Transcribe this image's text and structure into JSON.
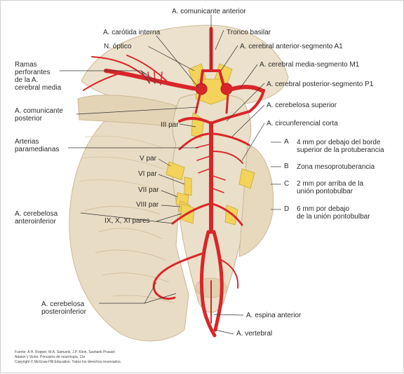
{
  "labels": {
    "comunicante_anterior": "A. comunicante anterior",
    "carotida_interna": "A. carótida interna",
    "tronco_basilar": "Tronco basilar",
    "n_optico": "N. óptico",
    "cerebral_anterior_a1": "A. cerebral anterior-segmento A1",
    "ramas_perforantes": "Ramas\nperforantes\nde la A.\ncerebral media",
    "cerebral_media_m1": "A. cerebral media-segmento M1",
    "cerebral_posterior_p1": "A. cerebral posterior-segmento P1",
    "comunicante_posterior": "A. comunicante\nposterior",
    "cerebelosa_superior": "A. cerebelosa superior",
    "circunferencial_corta": "A. circunferencial corta",
    "iii_par": "III par",
    "arterias_paramedianas": "Arterias\nparamedianas",
    "v_par": "V par",
    "vi_par": "VI par",
    "vii_par": "VII par",
    "viii_par": "VIII par",
    "cerebelosa_anteroinferior": "A. cerebelosa\nanteroinferior",
    "ix_x_xi": "IX, X, XI pares",
    "cerebelosa_posteroinferior": "A. cerebelosa\nposteroinferior",
    "espina_anterior": "A. espina anterior",
    "vertebral": "A. vertebral"
  },
  "levels": [
    {
      "code": "A",
      "text": "4 mm por debajo del borde\nsuperior de la protuberancia"
    },
    {
      "code": "B",
      "text": "Zona mesoprotuberancia"
    },
    {
      "code": "C",
      "text": "2 mm por arriba de la\nunión pontobulbar"
    },
    {
      "code": "D",
      "text": "6 mm por debajo\nde la unión pontobulbar"
    }
  ],
  "source_lines": [
    "Fuente: A.H. Ropper, M.A. Samuels, J.P. Klein, Sashank Prasad:",
    "Adams y Victor. Principios de neurología, 11e",
    "Copyright © McGraw-Hill Education. Todos los derechos reservados."
  ],
  "colors": {
    "artery": "#d9262a",
    "artery_dark": "#b5161c",
    "nerve": "#f3d35a",
    "brain": "#e9dcc4",
    "brain_shade": "#d8c6a6",
    "leader": "#333333"
  }
}
